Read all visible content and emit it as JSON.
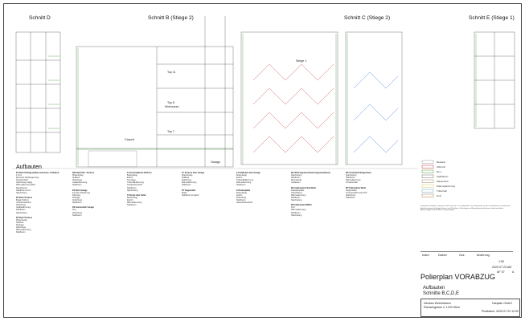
{
  "section_titles": {
    "d": "Schnitt D",
    "b": "Schnitt B (Stiege 2)",
    "c": "Schnitt C (Stiege 2)",
    "e": "Schnitt E (Stiege 1)"
  },
  "labels": {
    "stiege1": "Stiege 1",
    "garage": "Garage",
    "carport": "Carport",
    "top11": "Top 11",
    "top8": "Top 8",
    "top7": "Top 7",
    "wohnraum": "Wohnraum"
  },
  "aufbauten_heading": "Aufbauten",
  "build_columns": [
    {
      "items": [
        {
          "title": "D1 Dach Schräge (bekiest extensiv) - Kühldeck",
          "lines": [
            "1,8 cm",
            "Extensive Dachbegrünung",
            "Schutzschicht",
            "Abdichtung 2-lagig",
            "Wärmedämmung EPS",
            "Dampfsperre",
            "Stahlbeton 20 cm",
            "Spachtelung"
          ]
        },
        {
          "title": "D2 Dach Terrasse",
          "lines": [
            "Belag Holzrost",
            "Unterkonstruktion",
            "Abdichtung",
            "Gefälledämmung",
            "Stahlbeton",
            "Spachtelung"
          ]
        },
        {
          "title": "D3 Dach Terrasse",
          "lines": [
            "Plattenbelag",
            "Splittbett",
            "Drainage",
            "Abdichtung",
            "Wärmedämmung",
            "Stahlbeton"
          ]
        }
      ]
    },
    {
      "items": [
        {
          "title": "D5a Dach Dilc- Terrasse",
          "lines": [
            "Plattenbelag",
            "Splittbett",
            "Abdichtung",
            "Gefälledämmung",
            "Stahlbeton"
          ]
        },
        {
          "title": "D4 Dach Garage",
          "lines": [
            "Intensive Begrünung",
            "Filtervlies",
            "Drainage",
            "Abdichtung",
            "Stahlbeton"
          ]
        },
        {
          "title": "D6 Gesimsdach Garage",
          "lines": [
            "Kies",
            "Abdichtung",
            "Stahlbeton"
          ]
        }
      ]
    },
    {
      "items": [
        {
          "title": "T1 Geschoßdecke Wohnen",
          "lines": [
            "Bodenbelag",
            "Estrich",
            "Trennlage",
            "Trittschalldämmung",
            "Ausgleichsschicht",
            "Stahlbeton",
            "Spachtelung"
          ]
        },
        {
          "title": "T2 Decke über Keller",
          "lines": [
            "Bodenbelag",
            "Estrich",
            "Wärmedämmung",
            "Stahlbeton"
          ]
        }
      ]
    },
    {
      "items": [
        {
          "title": "T7 Terrasse über Garage",
          "lines": [
            "Plattenbelag",
            "Splittbett",
            "Abdichtung",
            "Wärmedämmung",
            "Stahlbeton"
          ]
        },
        {
          "title": "T8 Treppenlauf",
          "lines": [
            "Belag",
            "Stahlbeton Fertigteil"
          ]
        }
      ]
    },
    {
      "items": [
        {
          "title": "F1 Fußboden über Garage",
          "lines": [
            "Bodenbelag",
            "Estrich",
            "Trittschalldämmung",
            "Wärmedämmung",
            "Stahlbeton"
          ]
        },
        {
          "title": "F2 Bodenplatte",
          "lines": [
            "Bodenbelag",
            "Estrich",
            "Abdichtung",
            "Stahlbeton",
            "Sauberkeitsschicht"
          ]
        }
      ]
    },
    {
      "items": [
        {
          "title": "W1 Wohnungstrennwand tragend (bekiest)",
          "lines": [
            "Spachtelung",
            "Stahlbeton",
            "Mineralwolle",
            "Gipskarton"
          ]
        },
        {
          "title": "W2 Außenwand hinterlüftet",
          "lines": [
            "Fassadenplatte",
            "Hinterlüftung",
            "Wärmedämmung",
            "Stahlbeton",
            "Spachtelung"
          ]
        },
        {
          "title": "W3 Außenwand WDVS",
          "lines": [
            "Putz",
            "Wärmedämmung",
            "Stahlbeton",
            "Spachtelung"
          ]
        }
      ]
    },
    {
      "items": [
        {
          "title": "W5 Trennwand Stiegenhaus",
          "lines": [
            "Spachtelung",
            "Stahlbeton",
            "Wärmedämmung",
            "Vorsatzschale"
          ]
        },
        {
          "title": "W7 Erdberührte Wand",
          "lines": [
            "Noppenbahn",
            "Perimeterdämmung XPS",
            "Abdichtung",
            "Stahlbeton"
          ]
        }
      ]
    }
  ],
  "legend_rows": [
    "Bestand",
    "Abbruch",
    "Neu",
    "Stahlbeton",
    "Mauerwerk",
    "Wärmedämmung",
    "Trittschall",
    "Holz"
  ],
  "notes": "Wesentliche Hinweise: Sämtliche Maße sind vor Ort zu überprüfen. Bei Unklarheiten ist der Planverfasser zu kontaktieren. Ausführung gemäß gültigen Normen und Richtlinien. Fluchtwege und Brandschutzmaßnahmen sind einzuhalten. Abweichungen sind schriftlich zu genehmigen.",
  "revision_headers": [
    "Index",
    "Datum",
    "Gez.",
    "Änderung"
  ],
  "titleblock": {
    "stamp": "Polierplan VORABZUG",
    "scale": "1:50",
    "date": "2020.07.23 AM",
    "sheet_no": "AF 07",
    "index": "A",
    "drawing_title": "Aufbauten",
    "drawing_subtitle": "Schnitte B,C,D,E",
    "project": "Neubau Wohnhäuser",
    "address": "Ramschgasse 4, 1220 Wien",
    "planner": "Hauplan GmbH",
    "plot_info": "Plotdatum: 2020.07.23 12:00"
  },
  "colors": {
    "line": "#555555",
    "section_green": "#4a9a3a",
    "section_red": "#cc3333",
    "section_blue": "#3366cc",
    "hatch": "#777777"
  }
}
